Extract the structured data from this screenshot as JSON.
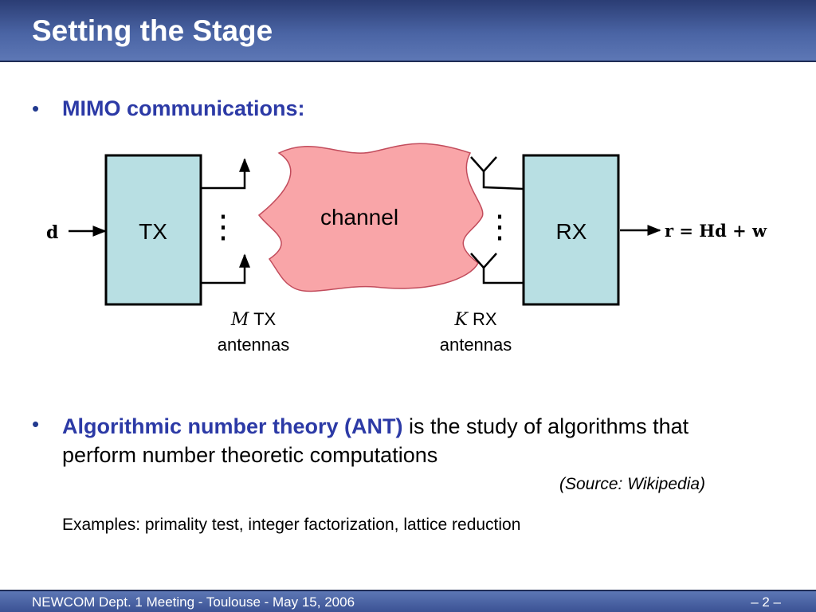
{
  "slide": {
    "title": "Setting the Stage",
    "footer_left": "NEWCOM Dept. 1 Meeting - Toulouse - May 15, 2006",
    "footer_right": "– 2 –"
  },
  "bullets": [
    {
      "marker": "•",
      "text": "MIMO communications:"
    },
    {
      "marker": "•",
      "highlight": "Algorithmic number theory (ANT)",
      "text": " is the study of algorithms that perform number theoretic computations"
    }
  ],
  "source": "(Source: Wikipedia)",
  "examples": "Examples: primality test, integer factorization, lattice reduction",
  "diagram": {
    "input_label": "d",
    "tx_label": "TX",
    "rx_label": "RX",
    "channel_label": "channel",
    "tx_dots": "⋮",
    "rx_dots": "⋮",
    "output_label": "r = Hd + w",
    "tx_antennas_var": "M",
    "tx_antennas_word": "TX",
    "tx_antennas_line2": "antennas",
    "rx_antennas_var": "K",
    "rx_antennas_word": "RX",
    "rx_antennas_line2": "antennas",
    "colors": {
      "box_fill": "#b8dfe3",
      "channel_fill": "#f9a5a8"
    }
  }
}
